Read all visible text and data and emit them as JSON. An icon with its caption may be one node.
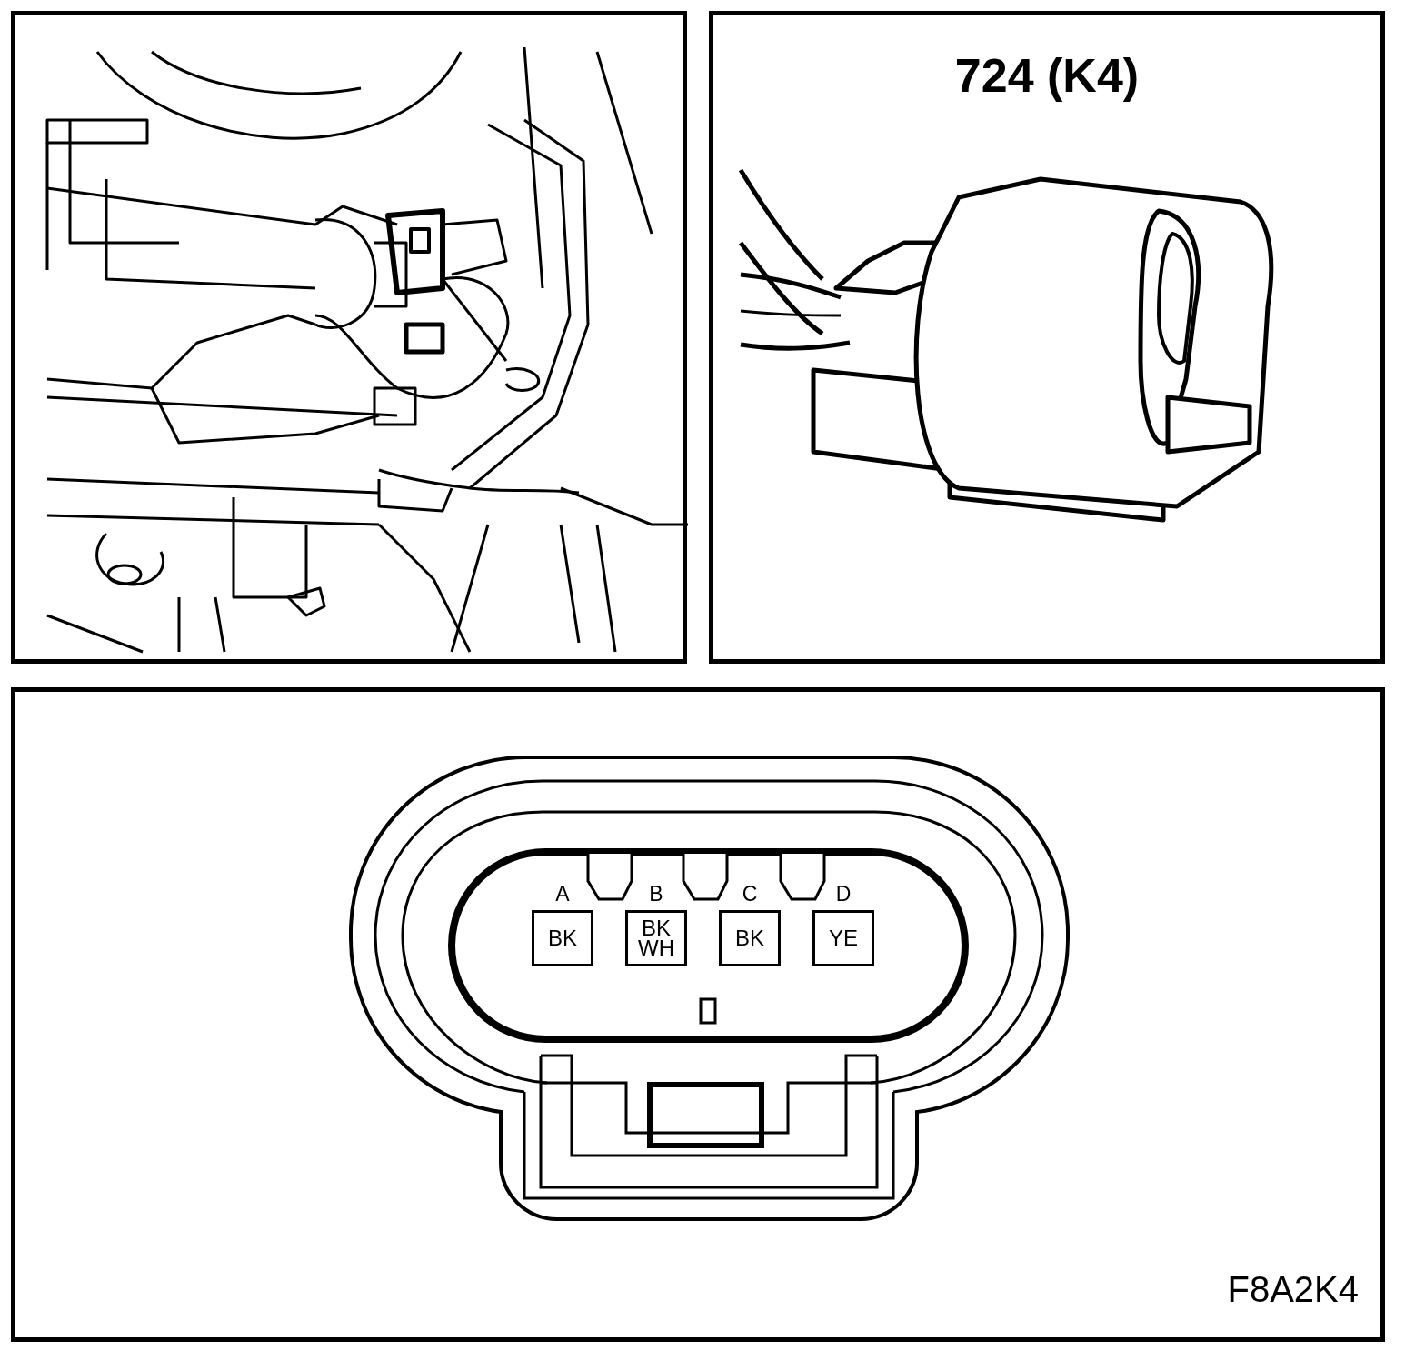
{
  "diagram": {
    "nodes": [
      {
        "text": [],
        "shape": "picture"
      },
      {
        "text": [
          "724 (K4)"
        ]
      },
      {
        "text": [
          "F8A2K4"
        ]
      },
      {
        "text": [
          "BK"
        ],
        "in": 2,
        "beside": [
          "A"
        ]
      },
      {
        "text": [
          "BK WH"
        ],
        "in": 2,
        "beside": [
          "B"
        ]
      },
      {
        "text": [
          "BK"
        ],
        "in": 2,
        "beside": [
          "C"
        ]
      },
      {
        "text": [
          "YE"
        ],
        "in": 2,
        "beside": [
          "D"
        ]
      }
    ]
  }
}
